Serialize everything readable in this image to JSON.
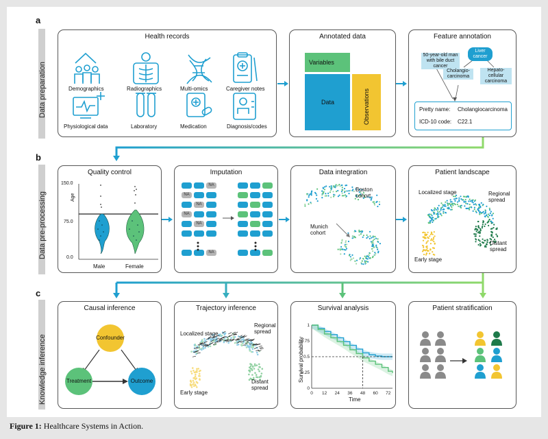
{
  "caption": {
    "label": "Figure 1:",
    "text": " Healthcare Systems in Action."
  },
  "sections": [
    {
      "letter": "a",
      "name": "Data preparation"
    },
    {
      "letter": "b",
      "name": "Data pre-processing"
    },
    {
      "letter": "c",
      "name": "Knowledge inference"
    }
  ],
  "health_records": {
    "title": "Health records",
    "items": [
      "Demographics",
      "Radiographics",
      "Multi-omics",
      "Caregiver notes",
      "Physiological data",
      "Laboratory",
      "Medication",
      "Diagnosis/codes"
    ]
  },
  "annotated_data": {
    "title": "Annotated data",
    "variables": "Variables",
    "data": "Data",
    "observations": "Observations"
  },
  "feature_annotation": {
    "title": "Feature annotation",
    "note": "50-year-old man with bile duct cancer",
    "liver": "Liver cancer",
    "cholangio": "Cholangio-carcinoma",
    "hepato": "Hepato-cellular carcinoma",
    "pretty_key": "Pretty name:",
    "pretty_val": "Cholangiocarcinoma",
    "icd_key": "ICD-10 code:",
    "icd_val": "C22.1"
  },
  "quality_control": {
    "title": "Quality control",
    "ylabel": "Age",
    "yticks": [
      "150.0",
      "75.0",
      "0.0"
    ],
    "groups": [
      "Male",
      "Female"
    ]
  },
  "imputation": {
    "title": "Imputation",
    "na": "NA"
  },
  "data_integration": {
    "title": "Data integration",
    "boston": "Boston cohort",
    "munich": "Munich cohort"
  },
  "patient_landscape": {
    "title": "Patient landscape",
    "localized": "Localized stage",
    "regional": "Regional spread",
    "distant": "Distant spread",
    "early": "Early stage"
  },
  "causal_inference": {
    "title": "Causal inference",
    "confounder": "Confounder",
    "treatment": "Treatment",
    "outcome": "Outcome"
  },
  "trajectory_inference": {
    "title": "Trajectory inference",
    "localized": "Localized stage",
    "regional": "Regional spread",
    "distant": "Distant spread",
    "early": "Early stage"
  },
  "patient_stratification": {
    "title": "Patient stratification"
  },
  "colors": {
    "blue": "#1f9fd0",
    "green": "#5cc27a",
    "yellow": "#f2c531",
    "darkgreen": "#1e7a4a",
    "gray": "#8a8a8a"
  },
  "chart_data": {
    "type": "line",
    "title": "Survival analysis",
    "xlabel": "Time",
    "ylabel": "Survival probability",
    "xticks": [
      0,
      12,
      24,
      36,
      48,
      60,
      72
    ],
    "yticks": [
      0,
      0.25,
      0.5,
      0.75,
      1.0
    ],
    "xlim": [
      0,
      76
    ],
    "ylim": [
      0,
      1.0
    ],
    "series": [
      {
        "color": "#1f9fd0",
        "x": [
          0,
          6,
          12,
          18,
          24,
          30,
          36,
          42,
          48,
          54,
          60,
          66,
          72,
          76
        ],
        "y": [
          1.0,
          0.95,
          0.9,
          0.85,
          0.8,
          0.74,
          0.68,
          0.62,
          0.56,
          0.53,
          0.51,
          0.5,
          0.5,
          0.5
        ]
      },
      {
        "color": "#5cc27a",
        "x": [
          0,
          6,
          12,
          18,
          24,
          30,
          36,
          42,
          48,
          54,
          60,
          66,
          72,
          76
        ],
        "y": [
          1.0,
          0.93,
          0.86,
          0.8,
          0.74,
          0.68,
          0.61,
          0.55,
          0.48,
          0.43,
          0.38,
          0.33,
          0.27,
          0.24
        ]
      }
    ],
    "reference": {
      "y": 0.5,
      "x": 48
    }
  }
}
